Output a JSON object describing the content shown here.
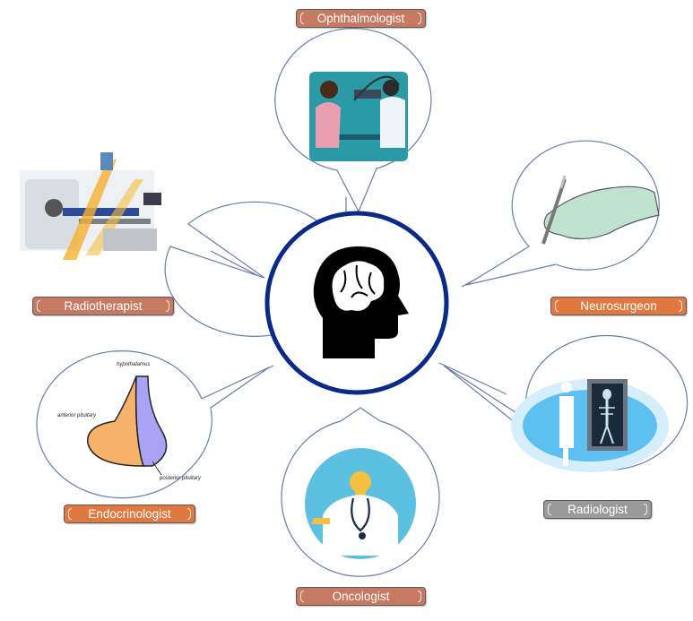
{
  "colors": {
    "center_ring": "#0a2a8a",
    "bubble_stroke": "#6a7ab0",
    "label_warm": "#c77a62",
    "label_orange": "#e07840",
    "label_grey": "#9a9a9a"
  },
  "center": {
    "icon": "brain-head-icon"
  },
  "specialists": [
    {
      "id": "ophthalmologist",
      "label": "Ophthalmologist",
      "color": "label_warm",
      "icon": "eye-exam-illustration"
    },
    {
      "id": "radiotherapist",
      "label": "Radiotherapist",
      "color": "label_warm",
      "icon": "radiotherapy-machine-illustration"
    },
    {
      "id": "neurosurgeon",
      "label": "Neurosurgeon",
      "color": "label_orange",
      "icon": "gloved-hand-scalpel-illustration"
    },
    {
      "id": "endocrinologist",
      "label": "Endocrinologist",
      "color": "label_orange",
      "icon": "pituitary-gland-illustration"
    },
    {
      "id": "radiologist",
      "label": "Radiologist",
      "color": "label_grey",
      "icon": "xray-viewer-illustration"
    },
    {
      "id": "oncologist",
      "label": "Oncologist",
      "color": "label_warm",
      "icon": "doctor-stethoscope-illustration"
    }
  ],
  "pituitary": {
    "top": "hypothalamus",
    "left": "anterior pituitary",
    "right": "posterior pituitary"
  }
}
